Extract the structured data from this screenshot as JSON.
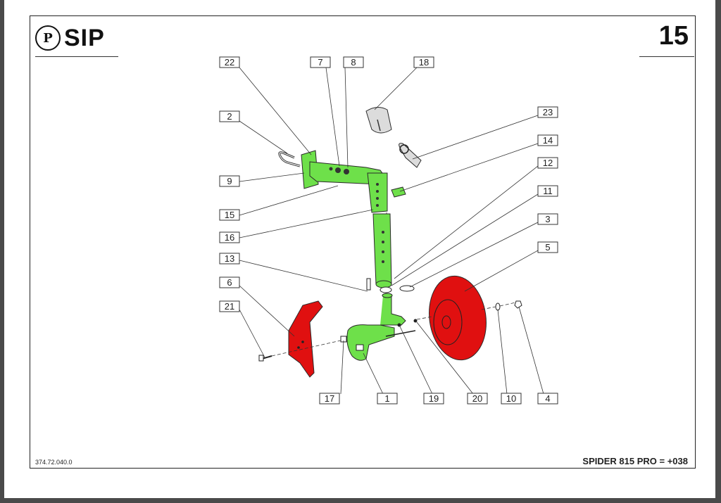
{
  "header": {
    "logo_badge": "P",
    "logo_text": "SIP",
    "page_number": "15"
  },
  "footer": {
    "drawing_code": "374.72.040.0",
    "model_caption": "SPIDER 815 PRO = +038"
  },
  "callouts": {
    "c22": "22",
    "c7": "7",
    "c8": "8",
    "c18": "18",
    "c2": "2",
    "c23": "23",
    "c14": "14",
    "c9": "9",
    "c12": "12",
    "c11": "11",
    "c15": "15",
    "c3": "3",
    "c16": "16",
    "c5": "5",
    "c13": "13",
    "c6": "6",
    "c21": "21",
    "c17": "17",
    "c1": "1",
    "c19": "19",
    "c20": "20",
    "c10": "10",
    "c4": "4"
  },
  "colors": {
    "painted_parts": "#6ee04a",
    "highlighted_parts": "#e01010"
  }
}
